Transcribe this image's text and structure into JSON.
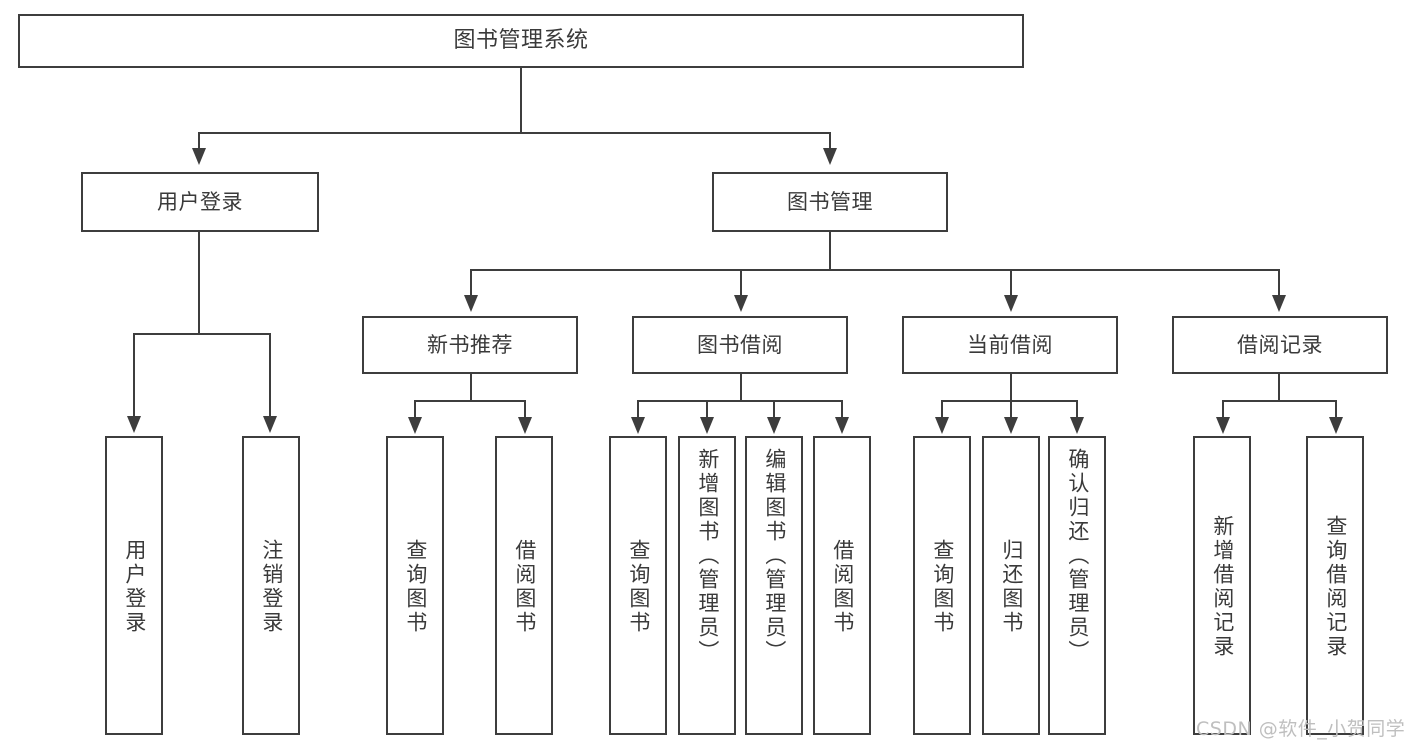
{
  "diagram": {
    "type": "tree",
    "title": "图书管理系统",
    "watermark": "CSDN @软件_小贺同学",
    "colors": {
      "stroke": "#3d3d3d",
      "box_fill": "#ffffff",
      "text": "#3a3a3a",
      "background": "#ffffff",
      "watermark": "#bfbfbf"
    },
    "root": {
      "label": "图书管理系统"
    },
    "level1": [
      {
        "label": "用户登录"
      },
      {
        "label": "图书管理"
      }
    ],
    "level2": [
      {
        "label": "新书推荐"
      },
      {
        "label": "图书借阅"
      },
      {
        "label": "当前借阅"
      },
      {
        "label": "借阅记录"
      }
    ],
    "leaves": {
      "user_login": [
        {
          "label": "用户登录"
        },
        {
          "label": "注销登录"
        }
      ],
      "new_book_recommend": [
        {
          "label": "查询图书"
        },
        {
          "label": "借阅图书"
        }
      ],
      "book_borrow": [
        {
          "label": "查询图书"
        },
        {
          "label": "新增图书（管理员）"
        },
        {
          "label": "编辑图书（管理员）"
        },
        {
          "label": "借阅图书"
        }
      ],
      "current_borrow": [
        {
          "label": "查询图书"
        },
        {
          "label": "归还图书"
        },
        {
          "label": "确认归还（管理员）"
        }
      ],
      "borrow_record": [
        {
          "label": "新增借阅记录"
        },
        {
          "label": "查询借阅记录"
        }
      ]
    }
  }
}
